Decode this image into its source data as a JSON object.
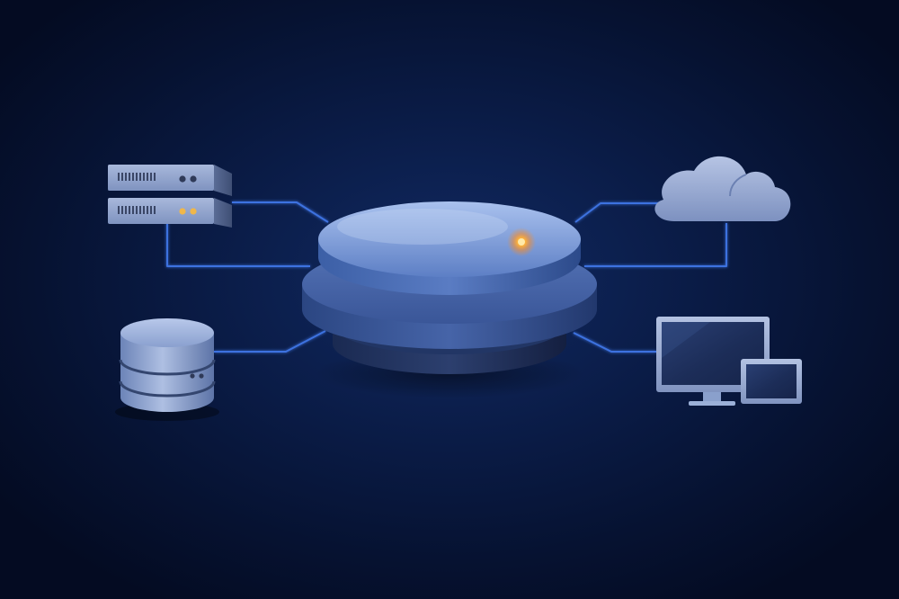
{
  "diagram": {
    "description_visible_text": [],
    "center": {
      "icon": "database-hub-icon",
      "status_light": "orange"
    },
    "nodes": [
      {
        "id": "rack-server",
        "icon": "rack-server-icon",
        "leds": [
          "#3a4666",
          "#3a4666"
        ],
        "leds_lower": [
          "#f0b74a",
          "#f0b74a"
        ]
      },
      {
        "id": "database",
        "icon": "database-cylinder-icon"
      },
      {
        "id": "cloud",
        "icon": "cloud-icon"
      },
      {
        "id": "devices",
        "icon": "monitor-and-tablet-icon"
      }
    ],
    "colors": {
      "background": "#0a1b45",
      "line": "#3d72e0",
      "node_fill": "#7f96c9",
      "status_light": "#ff9a1f"
    }
  }
}
